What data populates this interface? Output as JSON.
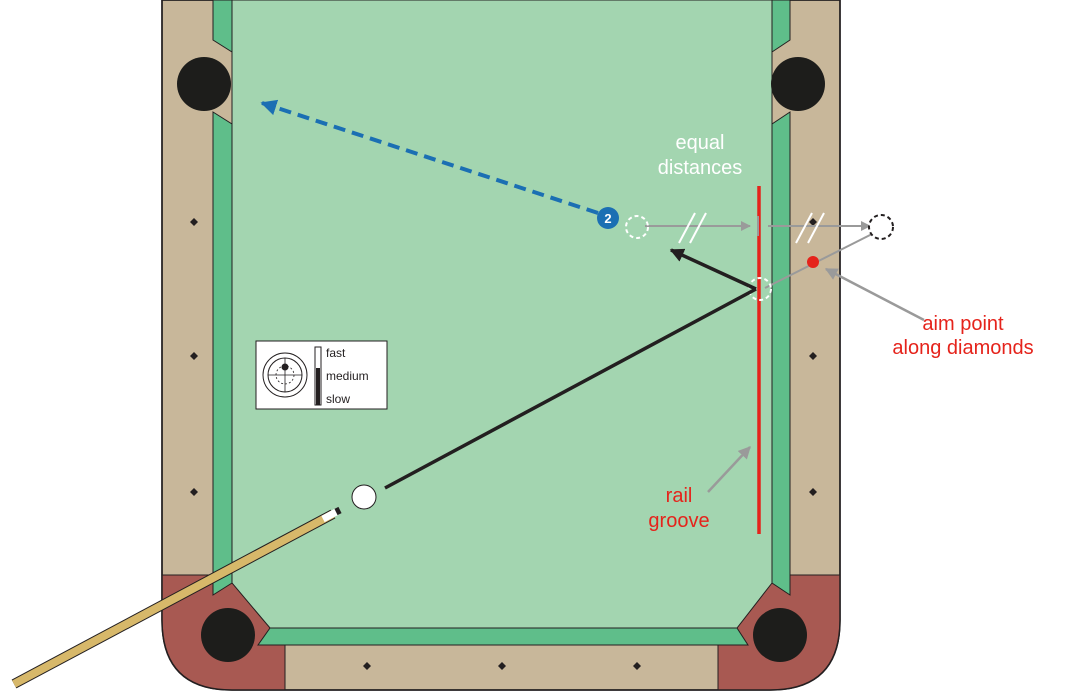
{
  "colors": {
    "cloth": "#a3d5b0",
    "cushion": "#5fbe8a",
    "rail_wood": "#c8b79a",
    "corner_wood": "#a85952",
    "pocket": "#1d1d1b",
    "cue_shaft": "#d7b86a",
    "object_ball": "#1b6fb3",
    "shot_line": "#231f20",
    "object_ball_path": "#1b6fb3",
    "rail_groove": "#e5231b",
    "aim_point": "#e5231b",
    "guide_arrow": "#9a9a9a",
    "label_white": "#ffffff",
    "label_red": "#e5231b"
  },
  "labels": {
    "equal_line1": "equal",
    "equal_line2": "distances",
    "aim_line1": "aim point",
    "aim_line2": "along diamonds",
    "rail_line1": "rail",
    "rail_line2": "groove"
  },
  "object_ball": {
    "number": "2"
  },
  "speed_key": {
    "fast": "fast",
    "medium": "medium",
    "slow": "slow"
  },
  "icons": {
    "cue_tip_target": "tip-position-target-icon",
    "speed_bar": "speed-bar-icon",
    "diamond": "diamond-icon"
  }
}
